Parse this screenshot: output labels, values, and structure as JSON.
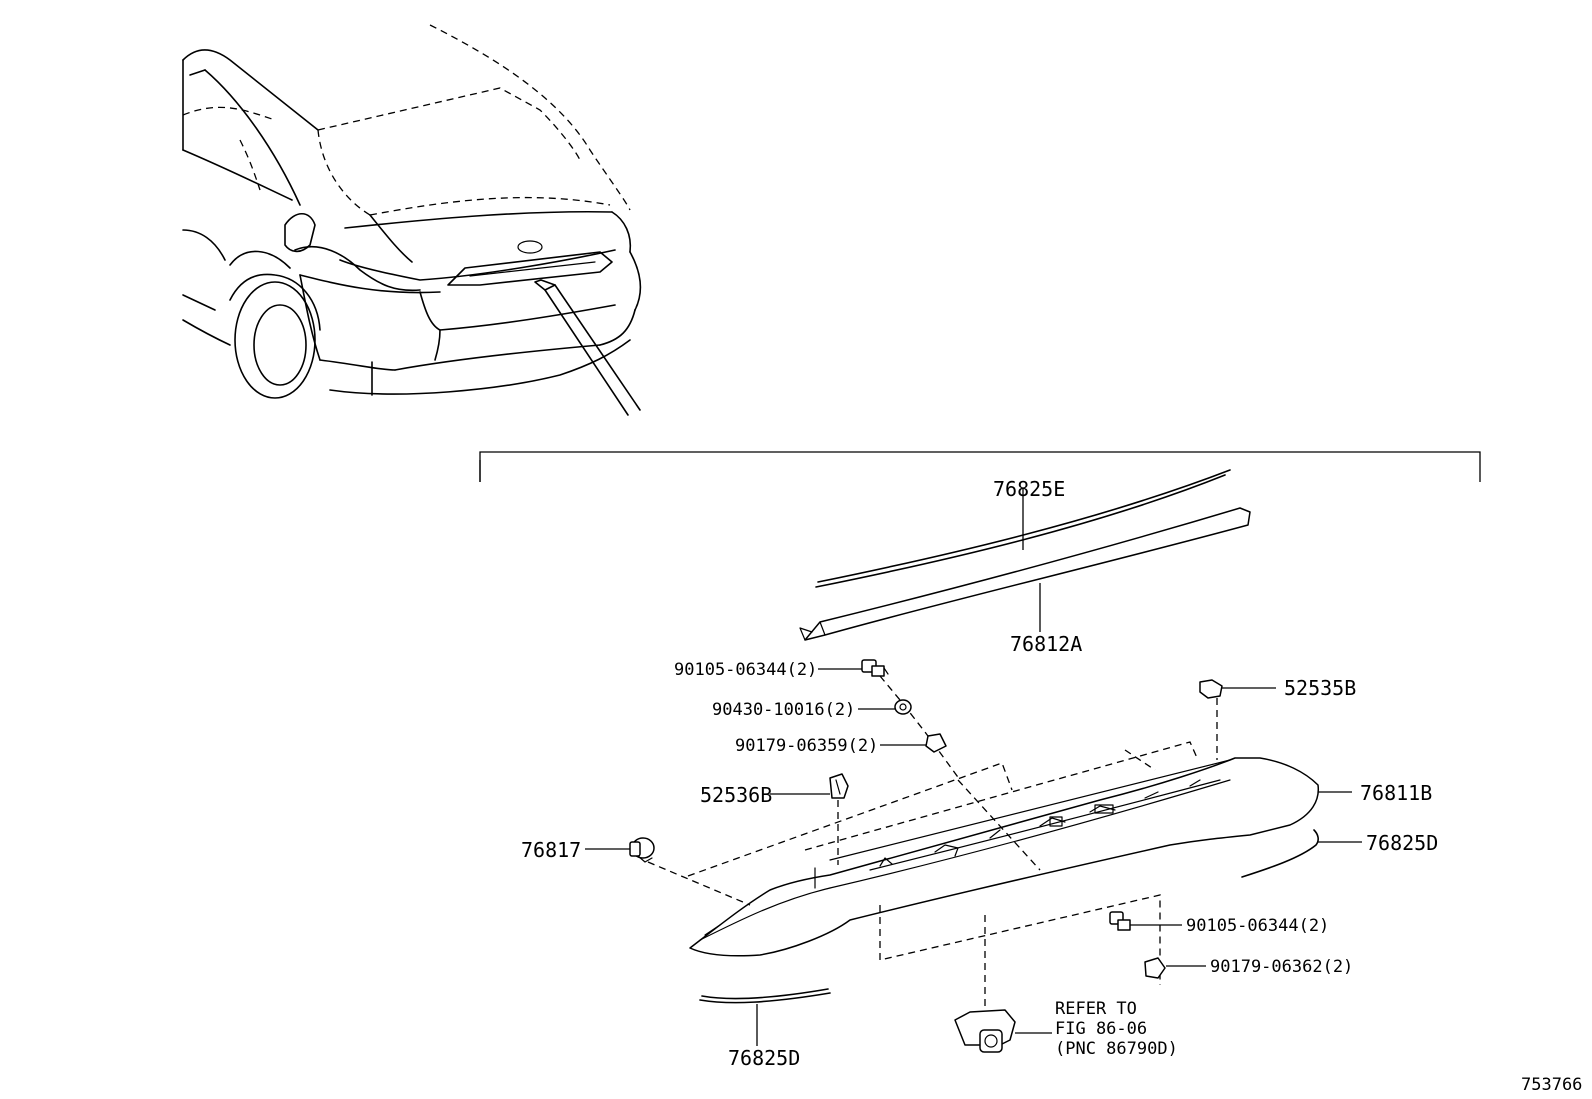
{
  "figure_id": "753766",
  "labels": {
    "p76825E": "76825E",
    "p76812A": "76812A",
    "p90105_top": "90105-06344(2)",
    "p90430": "90430-10016(2)",
    "p90179_top": "90179-06359(2)",
    "p52535B": "52535B",
    "p52536B": "52536B",
    "p76811B": "76811B",
    "p76817": "76817",
    "p76825D_right": "76825D",
    "p90105_bottom": "90105-06344(2)",
    "p90179_bottom": "90179-06362(2)",
    "p76825D_left": "76825D"
  },
  "refer": {
    "line1": "REFER TO",
    "line2": "FIG 86-06",
    "line3": "(PNC 86790D)"
  }
}
